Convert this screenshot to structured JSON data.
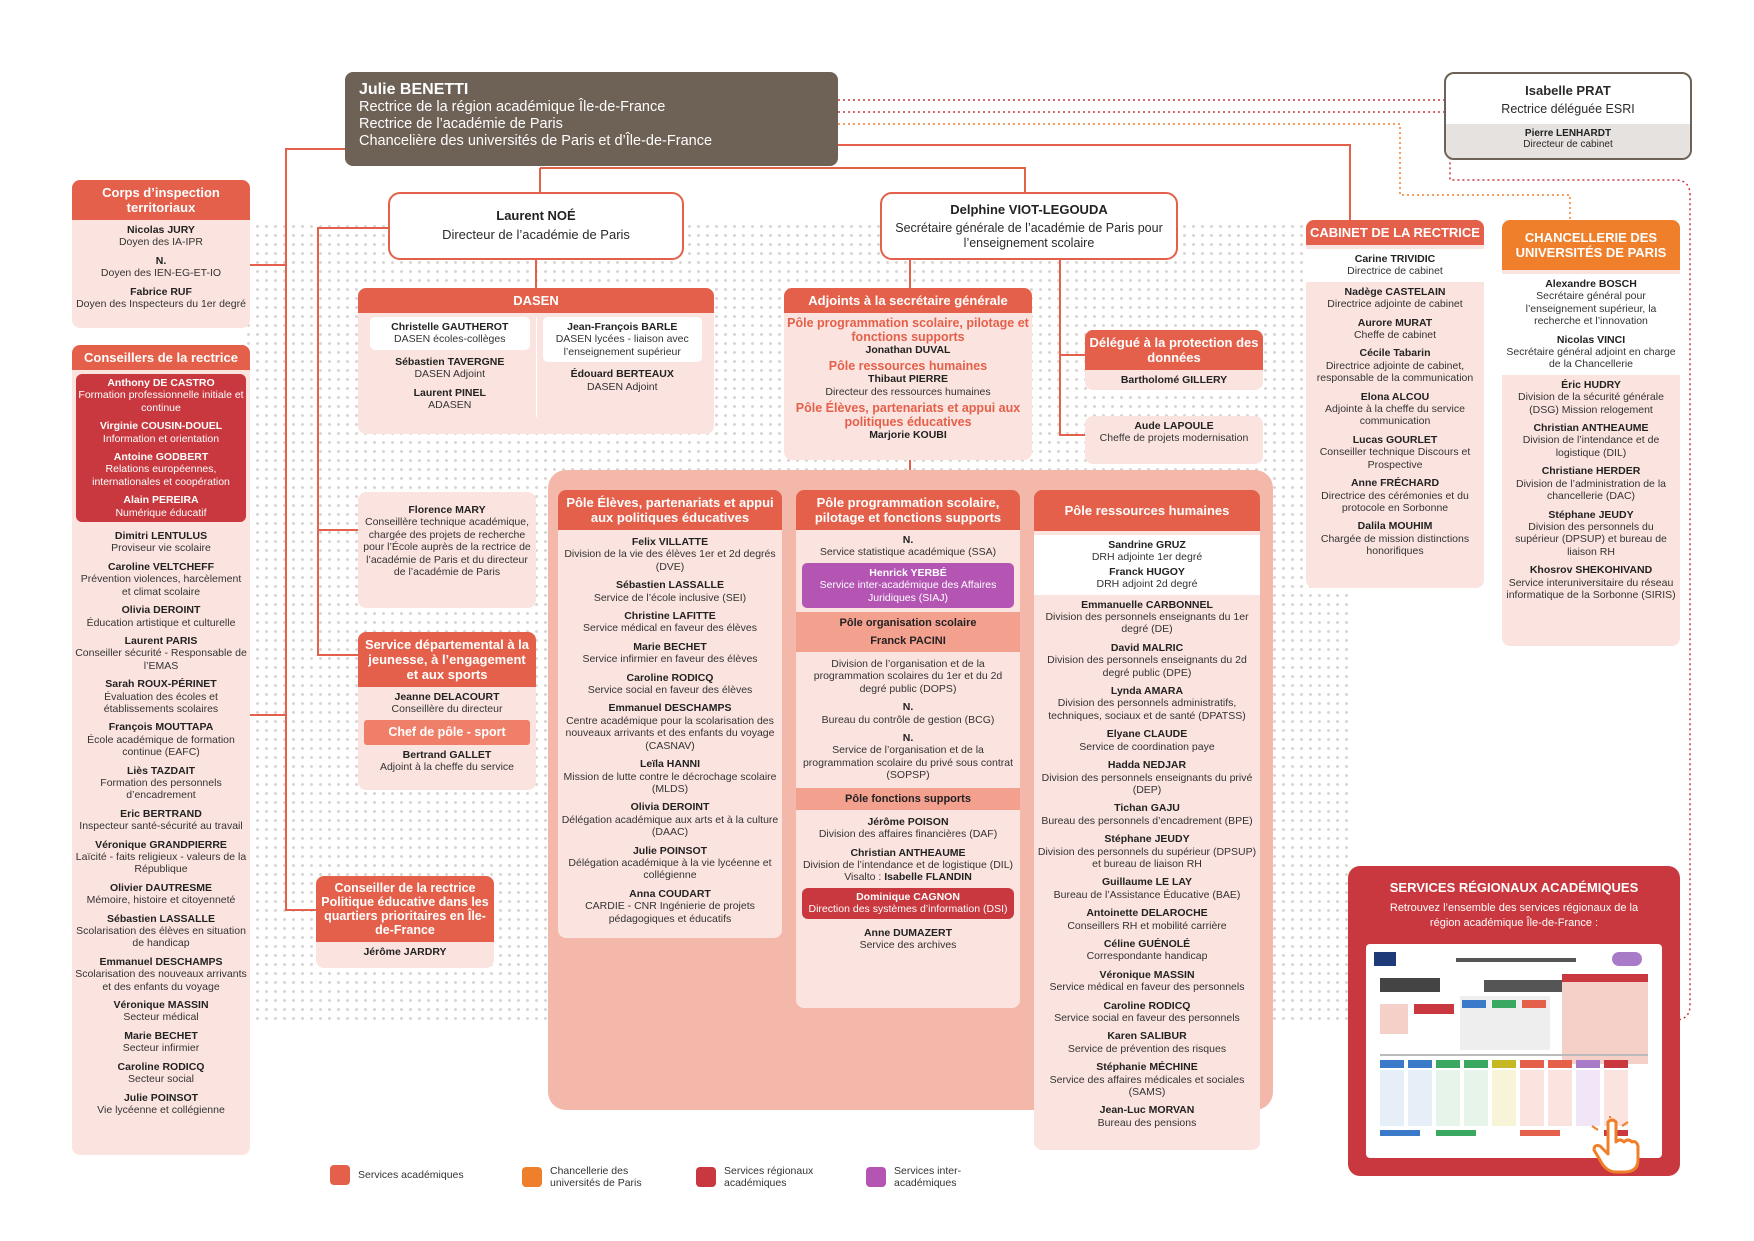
{
  "rectrice": {
    "name": "Julie BENETTI",
    "roles": [
      "Rectrice de la région académique Île-de-France",
      "Rectrice de l’académie de Paris",
      "Chancelière des universités de Paris et d’Île-de-France"
    ]
  },
  "esri": {
    "name": "Isabelle PRAT",
    "role": "Rectrice déléguée ESRI",
    "sub_name": "Pierre LENHARDT",
    "sub_role": "Directeur de cabinet"
  },
  "directeur": {
    "name": "Laurent NOÉ",
    "role": "Directeur de l’académie de Paris"
  },
  "sg": {
    "name": "Delphine VIOT-LEGOUDA",
    "role": "Secrétaire générale de l’académie de Paris pour l’enseignement scolaire"
  },
  "corps": {
    "title": "Corps d’inspection territoriaux",
    "items": [
      {
        "name": "Nicolas JURY",
        "role": "Doyen des IA-IPR"
      },
      {
        "name": "N.",
        "role": "Doyen des IEN-EG-ET-IO"
      },
      {
        "name": "Fabrice RUF",
        "role": "Doyen des Inspecteurs du 1er degré"
      }
    ]
  },
  "conseillers": {
    "title": "Conseillers de la rectrice",
    "dark": [
      {
        "name": "Anthony DE CASTRO",
        "role": "Formation professionnelle initiale et continue"
      },
      {
        "name": "Virginie COUSIN-DOUEL",
        "role": "Information et orientation"
      },
      {
        "name": "Antoine GODBERT",
        "role": "Relations européennes, internationales et coopération"
      },
      {
        "name": "Alain PEREIRA",
        "role": "Numérique éducatif"
      }
    ],
    "items": [
      {
        "name": "Dimitri LENTULUS",
        "role": "Proviseur vie scolaire"
      },
      {
        "name": "Caroline VELTCHEFF",
        "role": "Prévention violences, harcèlement et climat scolaire"
      },
      {
        "name": "Olivia DEROINT",
        "role": "Éducation artistique et culturelle"
      },
      {
        "name": "Laurent PARIS",
        "role": "Conseiller sécurité - Responsable de l’EMAS"
      },
      {
        "name": "Sarah ROUX-PÉRINET",
        "role": "Évaluation des écoles et établissements scolaires"
      },
      {
        "name": "François MOUTTAPA",
        "role": "École académique de formation continue (EAFC)"
      },
      {
        "name": "Liès TAZDAIT",
        "role": "Formation des personnels d’encadrement"
      },
      {
        "name": "Eric BERTRAND",
        "role": "Inspecteur santé-sécurité au travail"
      },
      {
        "name": "Véronique GRANDPIERRE",
        "role": "Laïcité - faits religieux - valeurs de la République"
      },
      {
        "name": "Olivier DAUTRESME",
        "role": "Mémoire, histoire et citoyenneté"
      },
      {
        "name": "Sébastien LASSALLE",
        "role": "Scolarisation des élèves en situation de handicap"
      },
      {
        "name": "Emmanuel DESCHAMPS",
        "role": "Scolarisation des nouveaux arrivants et des enfants du voyage"
      },
      {
        "name": "Véronique MASSIN",
        "role": "Secteur médical"
      },
      {
        "name": "Marie BECHET",
        "role": "Secteur infirmier"
      },
      {
        "name": "Caroline RODICQ",
        "role": "Secteur social"
      },
      {
        "name": "Julie POINSOT",
        "role": "Vie lycéenne et collégienne"
      }
    ]
  },
  "dasen": {
    "title": "DASEN",
    "left": [
      {
        "name": "Christelle GAUTHEROT",
        "role": "DASEN écoles-collèges"
      },
      {
        "name": "Sébastien TAVERGNE",
        "role": "DASEN Adjoint"
      },
      {
        "name": "Laurent PINEL",
        "role": "ADASEN"
      }
    ],
    "right": [
      {
        "name": "Jean-François BARLE",
        "role": "DASEN lycées - liaison avec l’enseignement supérieur"
      },
      {
        "name": "Édouard BERTEAUX",
        "role": "DASEN Adjoint"
      }
    ]
  },
  "mary": {
    "name": "Florence MARY",
    "role": "Conseillère technique académique, chargée des projets de recherche pour l’École auprès de la rectrice de l’académie de Paris et du directeur de l’académie de Paris"
  },
  "sdjes": {
    "title": "Service départemental à la jeunesse, à l’engagement et aux sports",
    "name": "Jeanne DELACOURT",
    "role": "Conseillère du directeur",
    "sub": "Chef de pôle - sport",
    "sub_name": "Bertrand GALLET",
    "sub_role": "Adjoint à la cheffe du service"
  },
  "qpv": {
    "title": "Conseiller de la rectrice Politique éducative dans les quartiers prioritaires en Île-de-France",
    "name": "Jérôme JARDRY"
  },
  "adjoints": {
    "title": "Adjoints à la secrétaire générale",
    "items": [
      {
        "pole": "Pôle programmation scolaire, pilotage et fonctions supports",
        "name": "Jonathan DUVAL",
        "role": ""
      },
      {
        "pole": "Pôle ressources humaines",
        "name": "Thibaut PIERRE",
        "role": "Directeur des ressources humaines"
      },
      {
        "pole": "Pôle Élèves, partenariats et appui aux politiques éducatives",
        "name": "Marjorie KOUBI",
        "role": ""
      }
    ]
  },
  "dpo": {
    "title": "Délégué à la protection des données",
    "name": "Bartholomé GILLERY"
  },
  "lapoule": {
    "name": "Aude LAPOULE",
    "role": "Cheffe de projets modernisation"
  },
  "pole_eleves": {
    "title": "Pôle Élèves, partenariats et appui aux politiques éducatives",
    "items": [
      {
        "name": "Felix VILLATTE",
        "role": "Division de la vie des élèves 1er et 2d degrés (DVE)"
      },
      {
        "name": "Sébastien LASSALLE",
        "role": "Service de l’école inclusive (SEI)"
      },
      {
        "name": "Christine LAFITTE",
        "role": "Service médical en faveur des élèves"
      },
      {
        "name": "Marie BECHET",
        "role": "Service infirmier en faveur des élèves"
      },
      {
        "name": "Caroline RODICQ",
        "role": "Service social en faveur des élèves"
      },
      {
        "name": "Emmanuel DESCHAMPS",
        "role": "Centre académique pour la scolarisation des nouveaux arrivants et des enfants du voyage (CASNAV)"
      },
      {
        "name": "Leïla HANNI",
        "role": "Mission de lutte contre le décrochage scolaire (MLDS)"
      },
      {
        "name": "Olivia DEROINT",
        "role": "Délégation académique aux arts et à la culture (DAAC)"
      },
      {
        "name": "Julie POINSOT",
        "role": "Délégation académique à la vie lycéenne et collégienne"
      },
      {
        "name": "Anna COUDART",
        "role": "CARDIE - CNR Ingénierie de projets pédagogiques et éducatifs"
      }
    ]
  },
  "pole_prog": {
    "title": "Pôle programmation scolaire, pilotage et fonctions supports",
    "top": {
      "name": "N.",
      "role": "Service statistique académique (SSA)"
    },
    "purple": {
      "name": "Henrick YERBÉ",
      "role": "Service inter-académique des Affaires Juridiques (SIAJ)"
    },
    "org_title": "Pôle organisation scolaire",
    "org_name": "Franck PACINI",
    "org_items": [
      {
        "name": "",
        "role": "Division de l’organisation et de la programmation scolaires du 1er et du 2d degré public (DOPS)"
      },
      {
        "name": "N.",
        "role": "Bureau du contrôle de gestion (BCG)"
      },
      {
        "name": "N.",
        "role": "Service de l’organisation et de la programmation scolaire du privé sous contrat (SOPSP)"
      }
    ],
    "fs_title": "Pôle fonctions supports",
    "fs_items": [
      {
        "name": "Jérôme POISON",
        "role": "Division des affaires financières (DAF)"
      },
      {
        "name": "Christian ANTHEAUME",
        "role": "Division de l’intendance et de logistique (DIL)"
      }
    ],
    "visalto": "Visalto : ",
    "visalto_name": "Isabelle FLANDIN",
    "dsi": {
      "name": "Dominique CAGNON",
      "role": "Direction des systèmes d’information (DSI)"
    },
    "archives": {
      "name": "Anne DUMAZERT",
      "role": "Service des archives"
    }
  },
  "pole_rh": {
    "title": "Pôle ressources humaines",
    "top": [
      {
        "name": "Sandrine GRUZ",
        "role": "DRH adjointe 1er degré"
      },
      {
        "name": "Franck HUGOY",
        "role": "DRH adjoint 2d degré"
      }
    ],
    "items": [
      {
        "name": "Emmanuelle CARBONNEL",
        "role": "Division des personnels enseignants du 1er degré (DE)"
      },
      {
        "name": "David MALRIC",
        "role": "Division des personnels enseignants du 2d degré public (DPE)"
      },
      {
        "name": "Lynda AMARA",
        "role": "Division des personnels administratifs, techniques, sociaux et de santé (DPATSS)"
      },
      {
        "name": "Elyane CLAUDE",
        "role": "Service de coordination paye"
      },
      {
        "name": "Hadda NEDJAR",
        "role": "Division des personnels enseignants du privé (DEP)"
      },
      {
        "name": "Tichan GAJU",
        "role": "Bureau des personnels d’encadrement (BPE)"
      },
      {
        "name": "Stéphane JEUDY",
        "role": "Division des personnels du supérieur (DPSUP) et bureau de liaison RH"
      },
      {
        "name": "Guillaume LE LAY",
        "role": "Bureau de l’Assistance Éducative (BAE)"
      },
      {
        "name": "Antoinette DELAROCHE",
        "role": "Conseillers RH et mobilité carrière"
      },
      {
        "name": "Céline GUÉNOLÉ",
        "role": "Correspondante handicap"
      },
      {
        "name": "Véronique MASSIN",
        "role": "Service médical en faveur des personnels"
      },
      {
        "name": "Caroline RODICQ",
        "role": "Service social en faveur des personnels"
      },
      {
        "name": "Karen SALIBUR",
        "role": "Service de prévention des risques"
      },
      {
        "name": "Stéphanie MÉCHINE",
        "role": "Service des affaires médicales et sociales (SAMS)"
      },
      {
        "name": "Jean-Luc MORVAN",
        "role": "Bureau des pensions"
      }
    ]
  },
  "cabinet": {
    "title": "CABINET DE LA RECTRICE",
    "items": [
      {
        "name": "Carine TRIVIDIC",
        "role": "Directrice de cabinet"
      },
      {
        "name": "Nadège CASTELAIN",
        "role": "Directrice adjointe de cabinet"
      },
      {
        "name": "Aurore MURAT",
        "role": "Cheffe de cabinet"
      },
      {
        "name": "Cécile Tabarin",
        "role": "Directrice adjointe de cabinet, responsable de la communication"
      },
      {
        "name": "Elona ALCOU",
        "role": "Adjointe à la cheffe du service communication"
      },
      {
        "name": "Lucas GOURLET",
        "role": "Conseiller technique Discours et Prospective"
      },
      {
        "name": "Anne FRÉCHARD",
        "role": "Directrice des cérémonies et du protocole en Sorbonne"
      },
      {
        "name": "Dalila MOUHIM",
        "role": "Chargée de mission distinctions honorifiques"
      }
    ]
  },
  "chancellerie": {
    "title": "CHANCELLERIE DES UNIVERSITÉS DE PARIS",
    "white": [
      {
        "name": "Alexandre BOSCH",
        "role": "Secrétaire général pour l’enseignement supérieur, la recherche et l’innovation"
      },
      {
        "name": "Nicolas VINCI",
        "role": "Secrétaire général adjoint en charge de la Chancellerie"
      }
    ],
    "items": [
      {
        "name": "Éric HUDRY",
        "role": "Division de la sécurité générale (DSG) Mission relogement"
      },
      {
        "name": "Christian ANTHEAUME",
        "role": "Division de l’intendance et de logistique (DIL)"
      },
      {
        "name": "Christiane HERDER",
        "role": "Division de l’administration de la chancellerie (DAC)"
      },
      {
        "name": "Stéphane JEUDY",
        "role": "Division des personnels du supérieur (DPSUP) et bureau de liaison RH"
      },
      {
        "name": "Khosrov SHEKOHIVAND",
        "role": "Service interuniversitaire du réseau informatique de la Sorbonne (SIRIS)"
      }
    ]
  },
  "regionaux": {
    "title": "SERVICES RÉGIONAUX ACADÉMIQUES",
    "text": "Retrouvez l’ensemble des services régionaux de la région académique Île-de-France :"
  },
  "legend": [
    {
      "label": "Services académiques",
      "color": "#e4604a"
    },
    {
      "label": "Chancellerie des universités de Paris",
      "color": "#f07f2b"
    },
    {
      "label": "Services régionaux académiques",
      "color": "#c8383e"
    },
    {
      "label": "Services inter-académiques",
      "color": "#b455b4"
    }
  ],
  "colors": {
    "accent": "#e4604a",
    "orange": "#f07f2b",
    "dark_red": "#c8383e",
    "purple": "#b455b4",
    "brown": "#6e6156"
  }
}
